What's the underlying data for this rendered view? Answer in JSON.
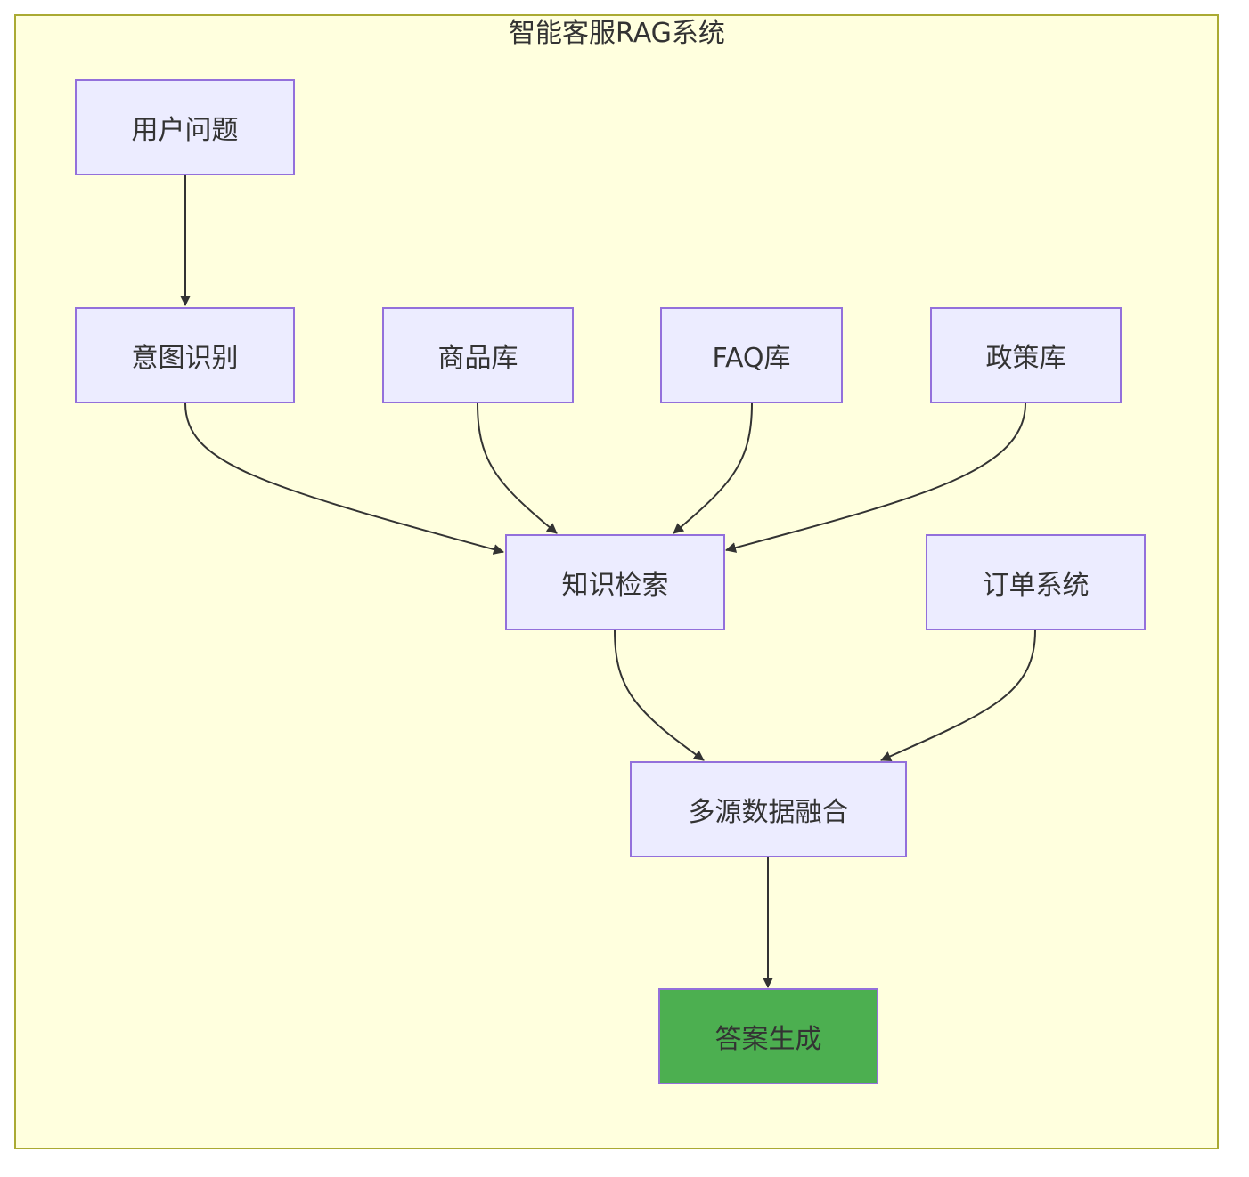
{
  "diagram": {
    "title": "智能客服RAG系统",
    "colors": {
      "cluster_fill": "#ffffde",
      "cluster_stroke": "#aaaa33",
      "node_fill": "#ececff",
      "node_stroke": "#9370db",
      "answer_fill": "#4caf50",
      "edge": "#333333"
    },
    "nodes": {
      "user_question": "用户问题",
      "intent": "意图识别",
      "products": "商品库",
      "faq": "FAQ库",
      "policy": "政策库",
      "retrieval": "知识检索",
      "orders": "订单系统",
      "fusion": "多源数据融合",
      "answer": "答案生成"
    },
    "edges": [
      {
        "from": "user_question",
        "to": "intent"
      },
      {
        "from": "intent",
        "to": "retrieval"
      },
      {
        "from": "products",
        "to": "retrieval"
      },
      {
        "from": "faq",
        "to": "retrieval"
      },
      {
        "from": "policy",
        "to": "retrieval"
      },
      {
        "from": "retrieval",
        "to": "fusion"
      },
      {
        "from": "orders",
        "to": "fusion"
      },
      {
        "from": "fusion",
        "to": "answer"
      }
    ]
  }
}
